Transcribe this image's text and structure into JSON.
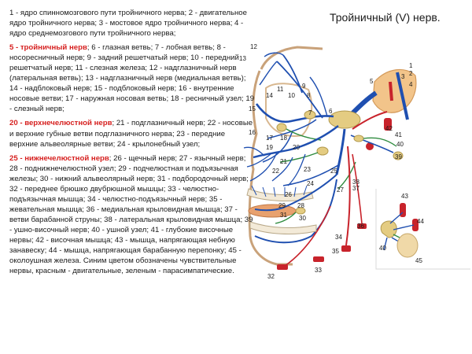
{
  "title": "Тройничный (V) нерв.",
  "legend": {
    "block1": "1 - ядро спинномозгового пути тройничного нерва; 2 - двигательное ядро тройничного нерва; 3 - мостовое ядро тройничного нерва; 4 - ядро среднемозгового пути тройничного нерва;",
    "v1_label": "5 - тройничный нерв",
    "v1_text": "; 6 - глазная ветвь; 7 - лобная ветвь; 8 - носоресничный нерв; 9 - задний решетчатый нерв; 10 - передний решетчатый нерв; 11 - слезная железа; 12 - надглазничный нерв (латеральная ветвь); 13 - надглазничный нерв (медиальная ветвь); 14 - надблоковый нерв; 15 - подблоковый нерв; 16 - внутренние носовые ветви; 17 - наружная носовая ветвь; 18 - ресничный узел; 19 - слезный нерв;",
    "v2_label": "20 - верхнечелюстной нерв",
    "v2_text": "; 21 - подглазничный нерв; 22 - носовые и верхние губные ветви подглазничного нерва; 23 - передние верхние альвеолярные ветви; 24 - крылонебный узел;",
    "v3_label": "25 - нижнечелюстной нерв",
    "v3_text": "; 26 - щечный нерв; 27 - язычный нерв; 28 - поднижнечелюстной узел; 29 - подчелюстная и подъязычная железы; 30 - нижний альвеолярный нерв; 31 - подбородочный нерв; 32 - переднее брюшко двубрюшной мышцы; 33 - челюстно-подъязычная мышца; 34 - челюстно-подъязычный нерв; 35 - жевательная мышца; 36 - медиальная крыловидная мышца; 37 - ветви барабанной струны; 38 - латеральная крыловидная мышца; 39 - ушно-височный нерв; 40 - ушной узел; 41 - глубокие височные нервы; 42 - височная мышца; 43 - мышца, напрягающая небную занавеску; 44 - мышца, напрягающая барабанную перепонку; 45 - околоушная железа. Синим цветом обозначены чувствительные нервы, красным - двигательные, зеленым - парасимпатические."
  },
  "diagram": {
    "colors": {
      "sensory": "#1f4fb0",
      "motor": "#c8232b",
      "parasympathetic": "#2e8b3e",
      "ganglion": "#d9c078",
      "bone": "#e8b98a",
      "outline": "#c9a27a"
    },
    "labels": {
      "n1": "1",
      "n2": "2",
      "n3": "3",
      "n4": "4",
      "n5": "5",
      "n6": "6",
      "n7": "7",
      "n8": "8",
      "n9": "9",
      "n10": "10",
      "n11": "11",
      "n12": "12",
      "n13": "13",
      "n14": "14",
      "n15": "15",
      "n16": "16",
      "n17": "17",
      "n18": "18",
      "n19": "19",
      "n20": "20",
      "n21": "21",
      "n22": "22",
      "n23": "23",
      "n24": "24",
      "n25": "25",
      "n26": "26",
      "n27": "27",
      "n28": "28",
      "n29": "29",
      "n30": "30",
      "n31": "31",
      "n32": "32",
      "n33": "33",
      "n34": "34",
      "n35": "35",
      "n36": "36",
      "n37": "37",
      "n38": "38",
      "n39": "39",
      "n40": "40",
      "n41": "41",
      "n42": "42",
      "i40": "40",
      "i43": "43",
      "i44": "44",
      "i45": "45"
    }
  }
}
